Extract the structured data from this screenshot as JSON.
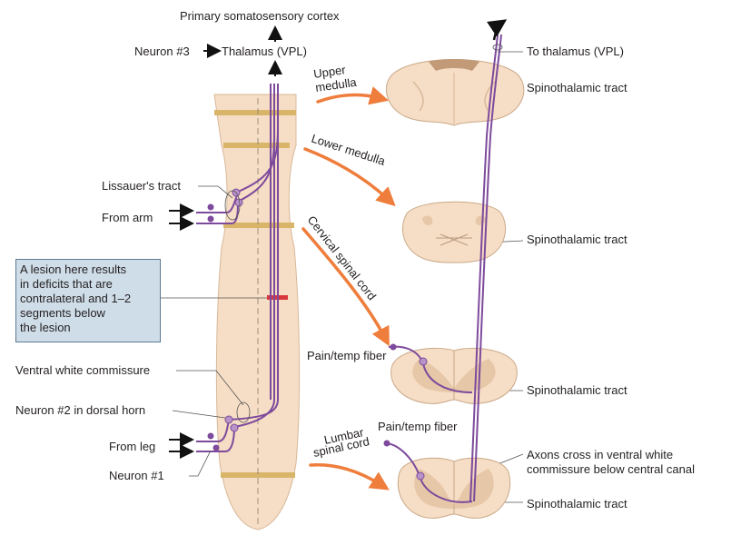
{
  "labels": {
    "cortex": "Primary somatosensory cortex",
    "neuron3": "Neuron #3",
    "thalamus": "Thalamus (VPL)",
    "to_thalamus": "To thalamus (VPL)",
    "upper_medulla_1": "Upper",
    "upper_medulla_2": "medulla",
    "lower_medulla": "Lower medulla",
    "cervical": "Cervical spinal cord",
    "lumbar_1": "Lumbar",
    "lumbar_2": "spinal cord",
    "lissauer": "Lissauer's tract",
    "from_arm": "From arm",
    "from_leg": "From leg",
    "neuron1": "Neuron #1",
    "neuron2": "Neuron #2 in dorsal horn",
    "ventral_commissure": "Ventral white commissure",
    "spinothalamic_1": "Spinothalamic tract",
    "spinothalamic_2": "Spinothalamic tract",
    "spinothalamic_3": "Spinothalamic tract",
    "spinothalamic_4": "Spinothalamic tract",
    "pain_temp_1": "Pain/temp fiber",
    "pain_temp_2": "Pain/temp fiber",
    "axons_cross_1": "Axons cross in ventral white",
    "axons_cross_2": "commissure below central canal"
  },
  "lesion_note": {
    "line1": "A lesion here results",
    "line2": "in deficits that are",
    "line3": "contralateral and 1–2",
    "line4": "segments below",
    "line5": "the lesion"
  },
  "colors": {
    "tissue": "#f6ddc5",
    "tissue_dark": "#e6c7a8",
    "band": "#d9b56a",
    "fiber": "#7d4a9c",
    "arrow_orange": "#ef7d3c",
    "lesion": "#d9363e",
    "box_fill": "#cfdde8"
  }
}
